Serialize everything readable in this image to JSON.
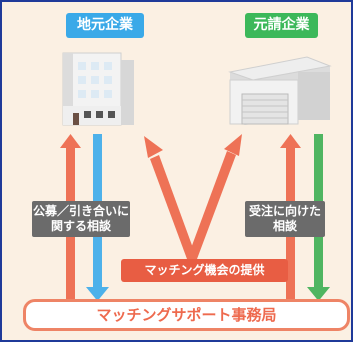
{
  "parties": {
    "local": {
      "label": "地元企業",
      "color": "#3aa9e8"
    },
    "prime": {
      "label": "元請企業",
      "color": "#3cb85a"
    }
  },
  "labels": {
    "left_line1": "公募／引き合いに",
    "left_line2": "関する相談",
    "right_line1": "受注に向けた",
    "right_line2": "相談",
    "matching": "マッチング機会の提供",
    "support_office": "マッチングサポート事務局"
  },
  "colors": {
    "arrow_red": "#ee7256",
    "arrow_blue": "#4db1ea",
    "arrow_green": "#4fb561",
    "frame": "#1f3a99",
    "background": "#fbf0e3"
  }
}
